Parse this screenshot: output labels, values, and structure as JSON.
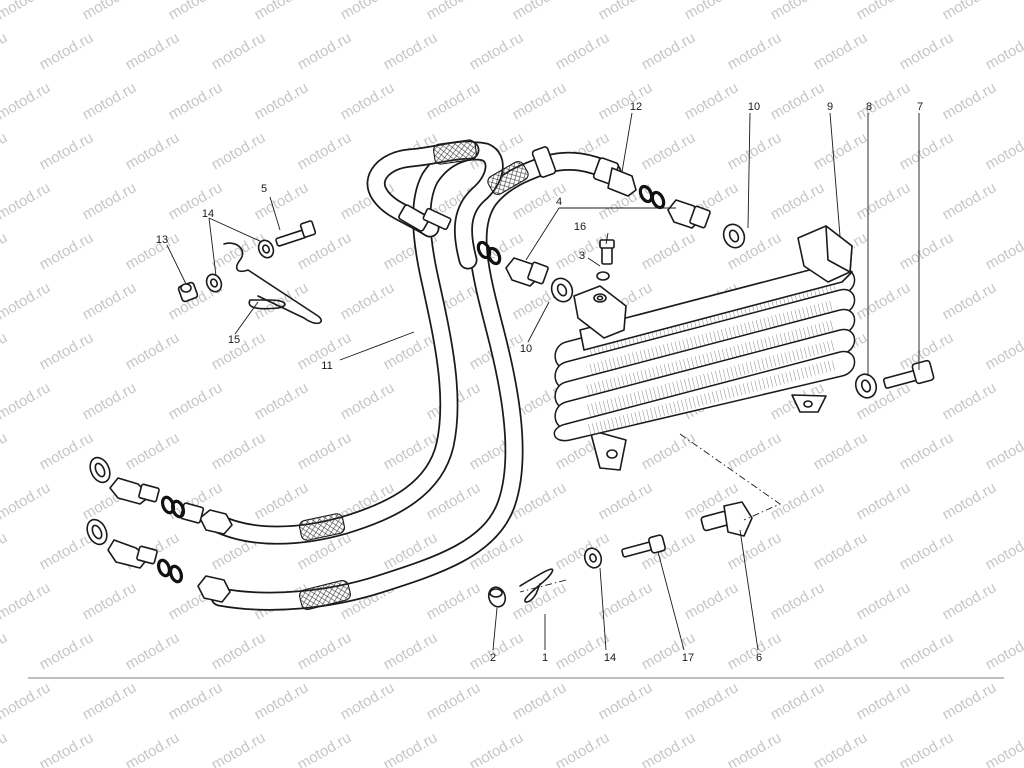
{
  "watermark": {
    "text": "motod.ru"
  },
  "callouts": {
    "c1": "1",
    "c2": "2",
    "c3": "3",
    "c4": "4",
    "c5": "5",
    "c6": "6",
    "c7": "7",
    "c8": "8",
    "c9": "9",
    "c10a": "10",
    "c10b": "10",
    "c11": "11",
    "c12": "12",
    "c13": "13",
    "c14a": "14",
    "c14b": "14",
    "c15": "15",
    "c16": "16",
    "c17": "17"
  }
}
